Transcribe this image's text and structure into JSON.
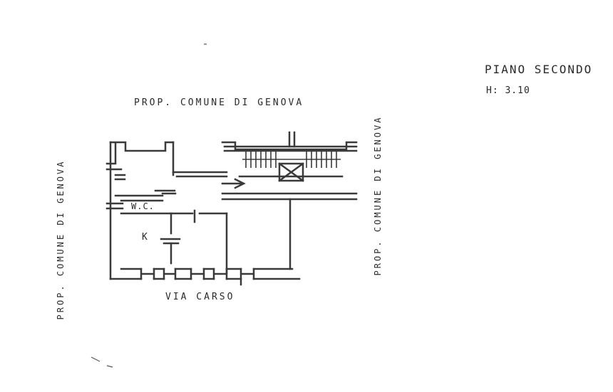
{
  "header": {
    "floor": "PIANO SECONDO",
    "height": "H: 3.10"
  },
  "plan": {
    "north_label": "PROP. COMUNE DI GENOVA",
    "south_label": "VIA CARSO",
    "west_label": "PROP. COMUNE DI GENOVA",
    "east_label": "PROP. COMUNE DI GENOVA",
    "room_wc": "W.C.",
    "room_kitchen": "K"
  }
}
